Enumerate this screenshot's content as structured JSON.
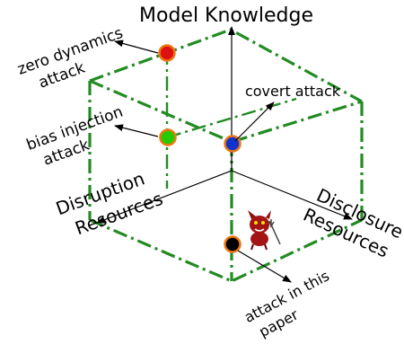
{
  "axes": {
    "vertical": "Model Knowledge",
    "left": [
      "Disruption",
      "Resources"
    ],
    "right": [
      "Disclosure",
      "Resources"
    ]
  },
  "attacks": [
    {
      "id": "zero-dynamics",
      "lines": [
        "zero dynamics",
        "attack"
      ],
      "fill": "#dd1111"
    },
    {
      "id": "bias-injection",
      "lines": [
        "bias injection",
        "attack"
      ],
      "fill": "#22cc00"
    },
    {
      "id": "covert",
      "lines": [
        "covert attack"
      ],
      "fill": "#1133cc"
    },
    {
      "id": "this-paper",
      "lines": [
        "attack in this",
        "paper"
      ],
      "fill": "#000000"
    }
  ],
  "icons": {
    "this_paper": "devil-icon"
  },
  "colors": {
    "cube_edges": "#228b22",
    "point_outline": "#ee7711"
  }
}
